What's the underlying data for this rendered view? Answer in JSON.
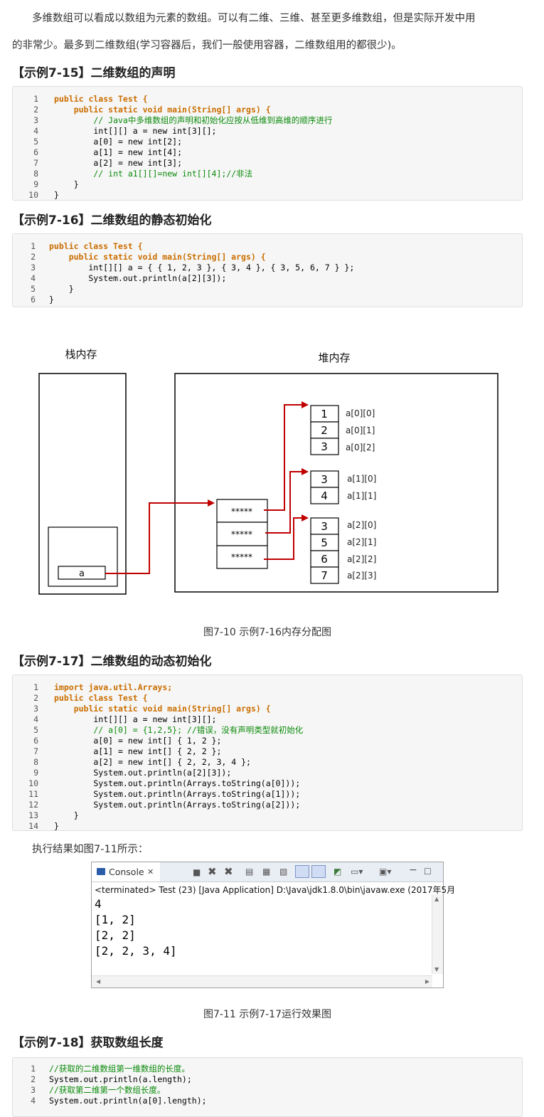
{
  "intro": {
    "line1": "多维数组可以看成以数组为元素的数组。可以有二维、三维、甚至更多维数组，但是实际开发中用",
    "line2": "的非常少。最多到二维数组(学习容器后，我们一般使用容器，二维数组用的都很少)。"
  },
  "ex15": {
    "title": "【示例7-15】二维数组的声明",
    "nums": [
      "1",
      "2",
      "3",
      "4",
      "5",
      "6",
      "7",
      "8",
      "9",
      "10"
    ],
    "code": [
      "public class Test {",
      "    public static void main(String[] args) {",
      "        // Java中多维数组的声明和初始化应按从低维到高维的顺序进行",
      "        int[][] a = new int[3][];",
      "        a[0] = new int[2];",
      "        a[1] = new int[4];",
      "        a[2] = new int[3];",
      "        // int a1[][]=new int[][4];//非法",
      "    }",
      "}"
    ]
  },
  "ex16": {
    "title": "【示例7-16】二维数组的静态初始化",
    "nums": [
      "1",
      "2",
      "3",
      "4",
      "5",
      "6"
    ],
    "code": [
      "public class Test {",
      "    public static void main(String[] args) {",
      "        int[][] a = { { 1, 2, 3 }, { 3, 4 }, { 3, 5, 6, 7 } };",
      "        System.out.println(a[2][3]);",
      "    }",
      "}"
    ]
  },
  "diagram": {
    "stack_label": "栈内存",
    "heap_label": "堆内存",
    "var_label": "a",
    "ref_label": "*****",
    "arrays": [
      {
        "values": [
          "1",
          "2",
          "3"
        ],
        "labels": [
          "a[0][0]",
          "a[0][1]",
          "a[0][2]"
        ]
      },
      {
        "values": [
          "3",
          "4"
        ],
        "labels": [
          "a[1][0]",
          "a[1][1]"
        ]
      },
      {
        "values": [
          "3",
          "5",
          "6",
          "7"
        ],
        "labels": [
          "a[2][0]",
          "a[2][1]",
          "a[2][2]",
          "a[2][3]"
        ]
      }
    ],
    "caption": "图7-10 示例7-16内存分配图"
  },
  "ex17": {
    "title": "【示例7-17】二维数组的动态初始化",
    "nums": [
      "1",
      "2",
      "3",
      "4",
      "5",
      "6",
      "7",
      "8",
      "9",
      "10",
      "11",
      "12",
      "13",
      "14"
    ],
    "code": [
      "import java.util.Arrays;",
      "public class Test {",
      "    public static void main(String[] args) {",
      "        int[][] a = new int[3][];",
      "        // a[0] = {1,2,5}; //错误，没有声明类型就初始化",
      "        a[0] = new int[] { 1, 2 };",
      "        a[1] = new int[] { 2, 2 };",
      "        a[2] = new int[] { 2, 2, 3, 4 };",
      "        System.out.println(a[2][3]);",
      "        System.out.println(Arrays.toString(a[0]));",
      "        System.out.println(Arrays.toString(a[1]));",
      "        System.out.println(Arrays.toString(a[2]));",
      "    }",
      "}"
    ]
  },
  "result_intro": "执行结果如图7-11所示：",
  "console": {
    "tab_label": "Console",
    "terminated": "<terminated> Test (23) [Java Application] D:\\Java\\jdk1.8.0\\bin\\javaw.exe (2017年5月",
    "output": [
      "4",
      "[1, 2]",
      "[2, 2]",
      "[2, 2, 3, 4]"
    ],
    "caption": "图7-11 示例7-17运行效果图"
  },
  "ex18": {
    "title": "【示例7-18】获取数组长度",
    "nums": [
      "1",
      "2",
      "3",
      "4"
    ],
    "code": [
      "//获取的二维数组第一维数组的长度。",
      "System.out.println(a.length);",
      "//获取第二维第一个数组长度。",
      "System.out.println(a[0].length);"
    ]
  }
}
